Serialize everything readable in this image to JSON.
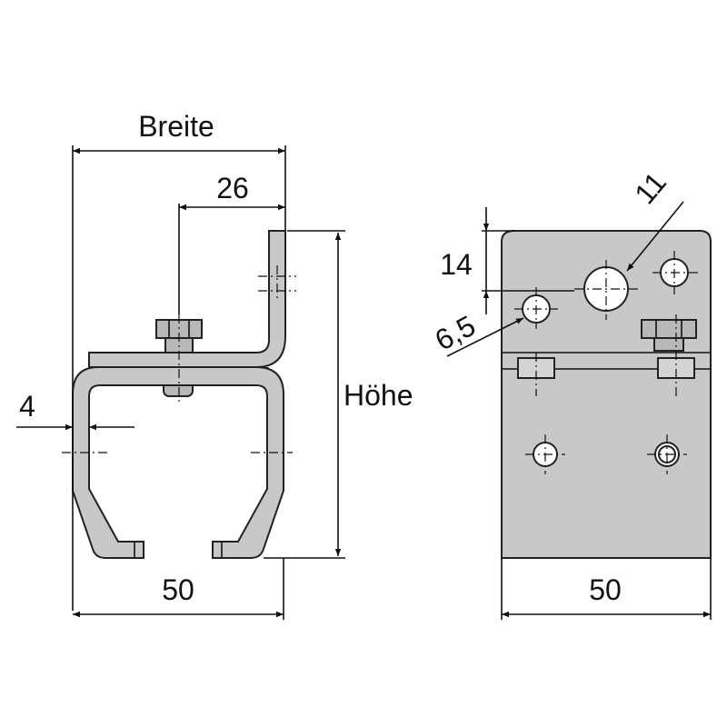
{
  "labels": {
    "breite": "Breite",
    "hoehe": "Höhe",
    "dim_26": "26",
    "dim_4": "4",
    "dim_50_left": "50",
    "dim_50_right": "50",
    "dim_14": "14",
    "dim_11": "11",
    "dim_6_5": "6,5"
  },
  "colors": {
    "part_fill": "#c8c8c8",
    "outline": "#222222",
    "background": "#ffffff"
  }
}
